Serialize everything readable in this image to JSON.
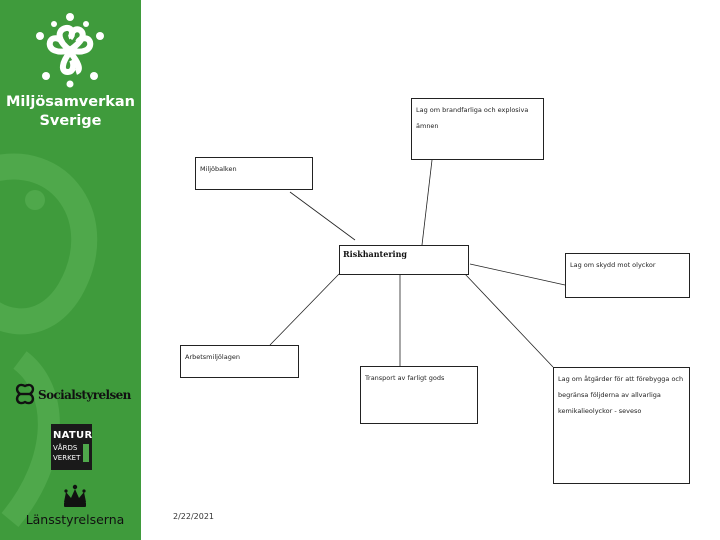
{
  "sidebar": {
    "brand": {
      "name_line1": "Miljösamverkan",
      "name_line2": "Sverige"
    },
    "partners": {
      "socialstyrelsen": "Socialstyrelsen",
      "naturvardsverket": [
        "NATUR",
        "VÅRDS",
        "VERKET"
      ],
      "lansstyrelserna": "Länsstyrelserna"
    }
  },
  "diagram": {
    "center": "Riskhantering",
    "nodes": [
      {
        "label": "Lag om brandfarliga och explosiva ämnen"
      },
      {
        "label": "Miljöbalken"
      },
      {
        "label": "Lag om skydd mot olyckor"
      },
      {
        "label": "Arbetsmiljölagen"
      },
      {
        "label": "Transport av farligt gods"
      },
      {
        "label": "Lag om åtgärder för att förebygga och begränsa följderna av allvarliga kemikalieolyckor - seveso"
      }
    ]
  },
  "footer": {
    "date": "2/22/2021"
  }
}
